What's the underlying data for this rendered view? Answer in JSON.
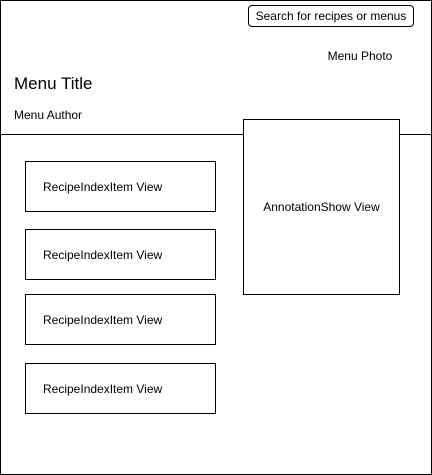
{
  "search": {
    "label": "Search for recipes or menus"
  },
  "header": {
    "menu_photo": "Menu Photo",
    "menu_title": "Menu Title",
    "menu_author": "Menu Author"
  },
  "annotation": {
    "label": "AnnotationShow View"
  },
  "recipes": [
    {
      "label": "RecipeIndexItem View"
    },
    {
      "label": "RecipeIndexItem View"
    },
    {
      "label": "RecipeIndexItem View"
    },
    {
      "label": "RecipeIndexItem View"
    }
  ]
}
